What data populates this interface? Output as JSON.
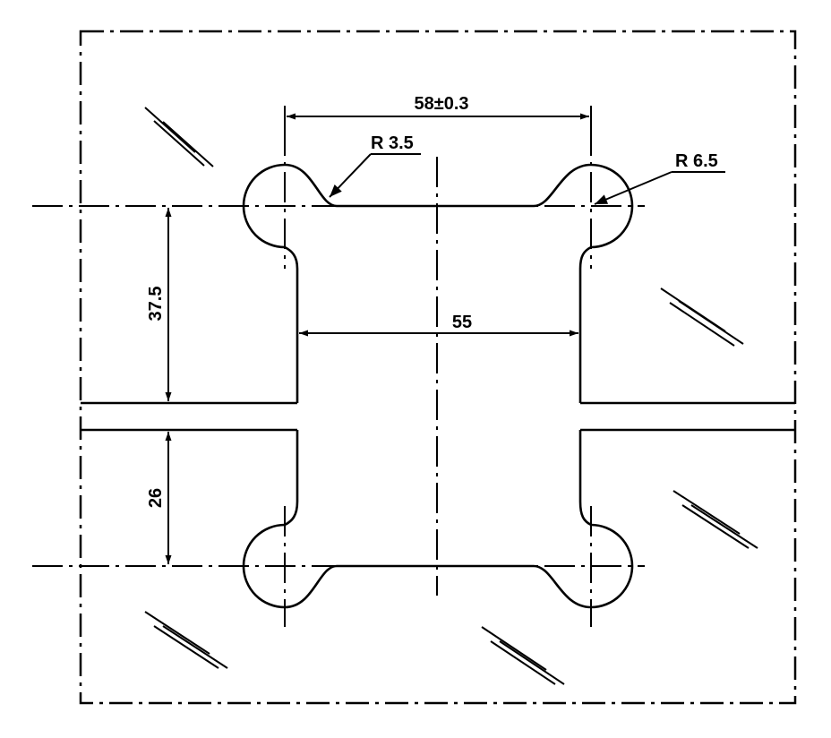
{
  "dimensions": {
    "top_width": "58±0.3",
    "inner_width": "55",
    "left_upper_height": "37.5",
    "left_lower_height": "26",
    "radius_small": "R 3.5",
    "radius_large": "R 6.5"
  }
}
